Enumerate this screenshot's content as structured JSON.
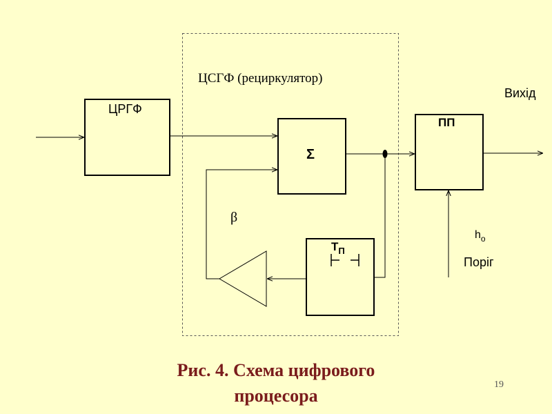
{
  "diagram": {
    "recirculator_label": "ЦСГФ (рециркулятор)",
    "block_crgf": "ЦРГФ",
    "block_sum": "Σ",
    "block_pp": "ПП",
    "block_delay": "Т",
    "block_delay_sub": "П",
    "feedback_coef": "β",
    "output_label": "Вихід",
    "threshold_symbol": "h",
    "threshold_sub": "o",
    "threshold_label": "Поріг"
  },
  "caption": {
    "line1": "Рис. 4. Схема цифрового",
    "line2": "процесора"
  },
  "slide_number": "19",
  "colors": {
    "background": "#FFFFCC",
    "caption": "#7A1C1C",
    "lines": "#000000",
    "dashed_border": "#555555"
  }
}
